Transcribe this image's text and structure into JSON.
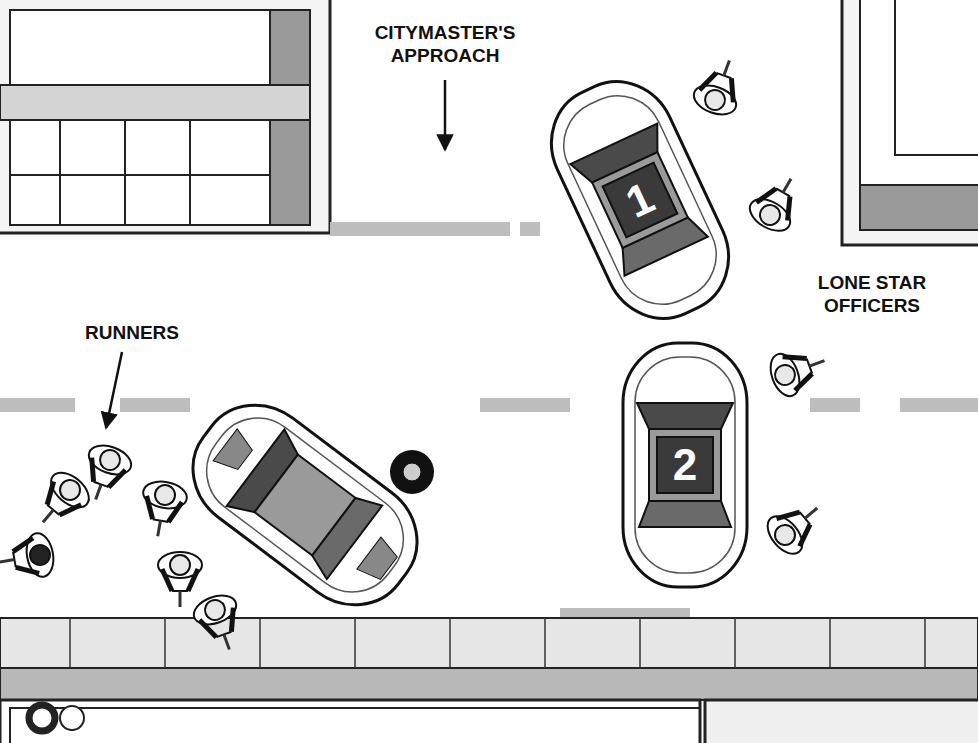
{
  "diagram": {
    "nodes": [
      {
        "text": [
          "1"
        ]
      },
      {
        "text": [
          "2"
        ]
      }
    ],
    "labels": [
      "CITYMASTER'S APPROACH",
      "LONE STAR OFFICERS",
      "RUNNERS"
    ]
  }
}
